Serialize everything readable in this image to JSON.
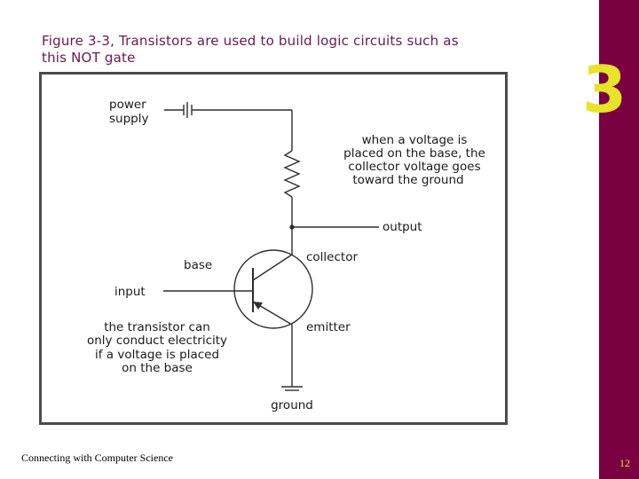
{
  "slide": {
    "caption_line1": "Figure 3-3, Transistors are used to build logic circuits such as",
    "caption_line2": "this NOT gate",
    "chapter_number": "3",
    "footer": "Connecting with Computer Science",
    "page_number": "12",
    "sidebar_color": "#7a0041",
    "accent_color": "#e6e32a"
  },
  "diagram": {
    "power_supply_line1": "power",
    "power_supply_line2": "supply",
    "voltage_note": [
      "when a voltage is",
      "placed on the base, the",
      "collector voltage goes",
      "toward the ground"
    ],
    "output": "output",
    "collector": "collector",
    "base": "base",
    "input": "input",
    "emitter": "emitter",
    "transistor_note": [
      "the transistor can",
      "only conduct electricity",
      "if a voltage is placed",
      "on the base"
    ],
    "ground": "ground"
  }
}
